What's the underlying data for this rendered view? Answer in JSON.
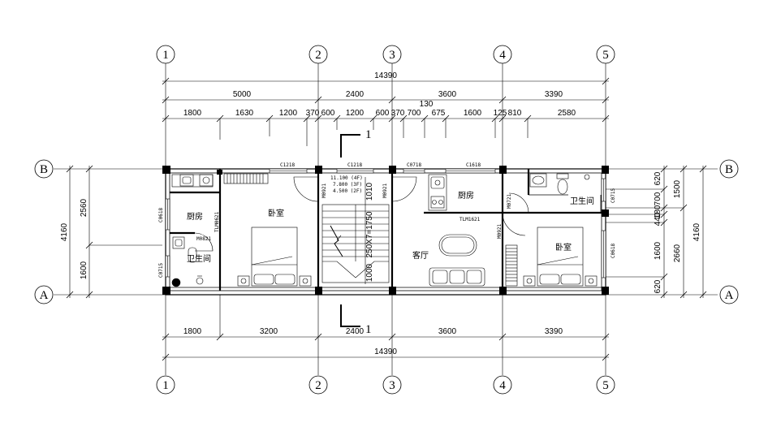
{
  "axes": {
    "numbers": [
      "1",
      "2",
      "3",
      "4",
      "5"
    ],
    "letters": [
      "B",
      "A"
    ]
  },
  "top_dims": {
    "overall": "14390",
    "row2": [
      "5000",
      "2400",
      "3600",
      "3390"
    ],
    "row3": [
      "1800",
      "1630",
      "1200",
      "370",
      "600",
      "1200",
      "600",
      "370",
      "700",
      "675",
      "1600",
      "125",
      "810",
      "2580"
    ],
    "row3_extra": "130"
  },
  "bottom_dims": {
    "row1": [
      "1800",
      "3200",
      "2400",
      "3600",
      "3390"
    ],
    "overall": "14390"
  },
  "left_dims": {
    "overall": "4160",
    "parts": [
      "2560",
      "1600"
    ]
  },
  "right_dims": {
    "inner": [
      "620",
      "700",
      "180",
      "440",
      "1600",
      "620"
    ],
    "middle": [
      "1500",
      "2660"
    ],
    "overall": "4160"
  },
  "section_marks": [
    "1",
    "1"
  ],
  "rooms": {
    "kitchen_left": "厨房",
    "bath_left": "卫生间",
    "bedroom_left": "卧室",
    "kitchen_right": "厨房",
    "bath_right": "卫生间",
    "living": "客厅",
    "bedroom_right": "卧室"
  },
  "tags": {
    "c1218_a": "C1218",
    "c1218_b": "C1218",
    "c0718": "C0718",
    "c1618": "C1618",
    "c0618_left": "C0618",
    "c0715_left": "C0715",
    "c0715_right": "C0715",
    "c0618_right": "C0618",
    "tlm0621_left": "TLM0621",
    "tlm1621": "TLM1621",
    "m0821_bath": "M0821",
    "m0921_a": "M0921",
    "m0921_b": "M0921",
    "m0721": "M0721",
    "m0921_c": "M0921"
  },
  "stair": {
    "levels": [
      "11.100 (4F)",
      "7.800 (3F)",
      "4.500 (2F)"
    ],
    "dim_top": "1010",
    "dim_mid": "250X7=1750",
    "dim_bottom": "1000"
  }
}
